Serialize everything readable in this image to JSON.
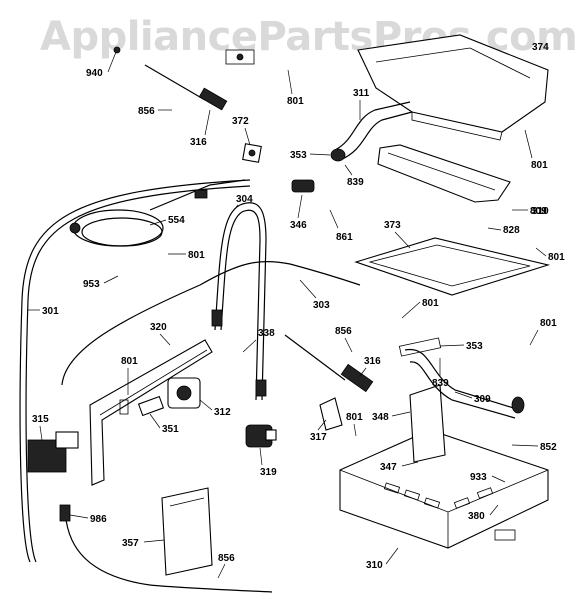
{
  "watermark": "AppliancePartsPros.com",
  "callouts": [
    "940",
    "856",
    "316",
    "372",
    "801",
    "311",
    "374",
    "353",
    "839",
    "346",
    "861",
    "554",
    "304",
    "809",
    "828",
    "373",
    "801",
    "953",
    "801",
    "301",
    "303",
    "801",
    "320",
    "338",
    "856",
    "316",
    "801",
    "353",
    "839",
    "309",
    "312",
    "315",
    "351",
    "317",
    "801",
    "348",
    "852",
    "347",
    "933",
    "380",
    "319",
    "986",
    "357",
    "856",
    "310",
    "801",
    "801"
  ]
}
